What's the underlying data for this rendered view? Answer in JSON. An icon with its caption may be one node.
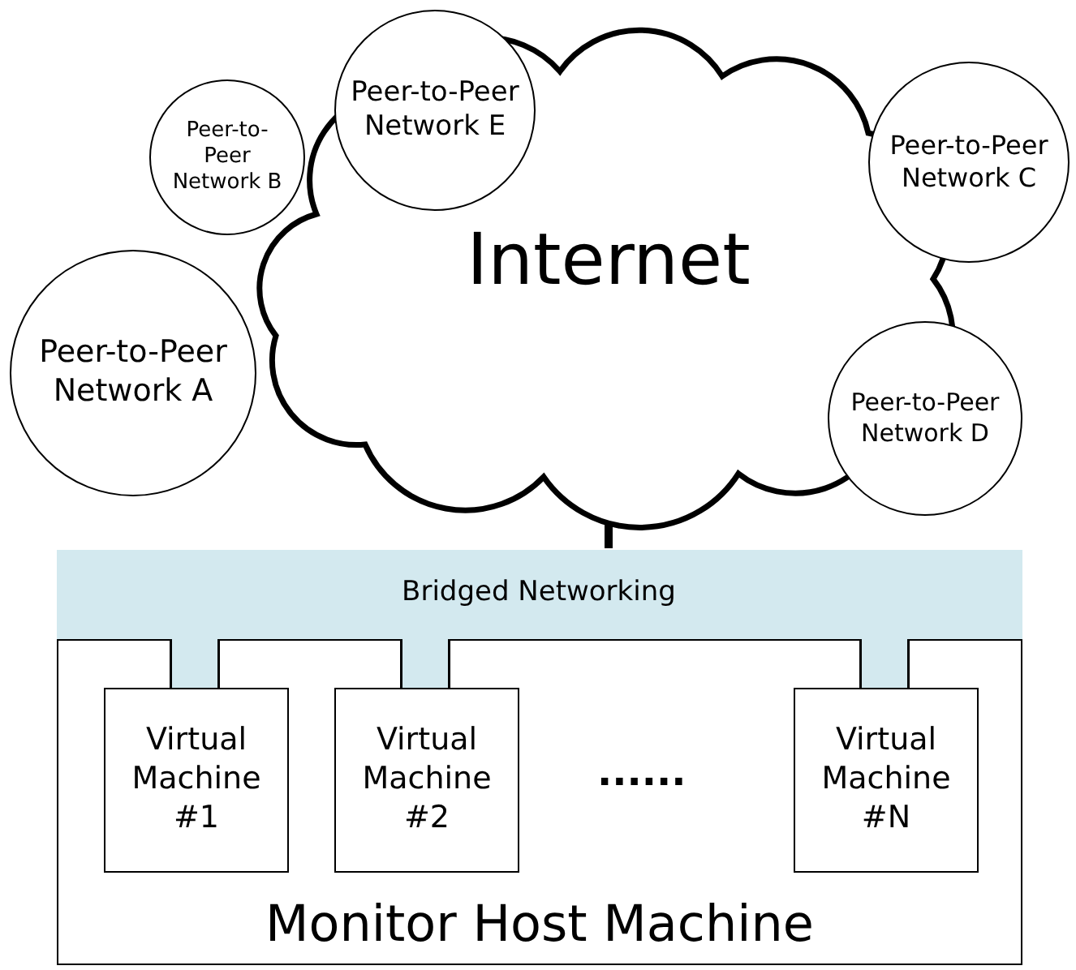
{
  "diagram": {
    "nodes": [
      {
        "text": [
          "Internet"
        ]
      },
      {
        "text": [
          "Peer-to-Peer Network E"
        ]
      },
      {
        "text": [
          "Peer-to-Peer Network B"
        ]
      },
      {
        "text": [
          "Peer-to-Peer Network C"
        ]
      },
      {
        "text": [
          "Peer-to-Peer Network A"
        ]
      },
      {
        "text": [
          "Peer-to-Peer Network D"
        ]
      },
      {
        "text": [
          "Monitor Host Machine"
        ]
      },
      {
        "text": [
          "Bridged Networking"
        ],
        "in": 6
      },
      {
        "text": [
          "Virtual Machine #1"
        ],
        "in": 6
      },
      {
        "text": [
          "Virtual Machine #2"
        ],
        "in": 6
      },
      {
        "text": [
          "Virtual Machine #N"
        ],
        "in": 6
      }
    ],
    "edges": [
      {
        "from": 0,
        "to": 7,
        "arrow": "none",
        "color": "#000000"
      },
      {
        "from": 7,
        "to": 8,
        "arrow": "none"
      },
      {
        "from": 7,
        "to": 9,
        "arrow": "none"
      },
      {
        "from": 7,
        "to": 10,
        "arrow": "none"
      }
    ],
    "labels": [
      "......"
    ]
  }
}
